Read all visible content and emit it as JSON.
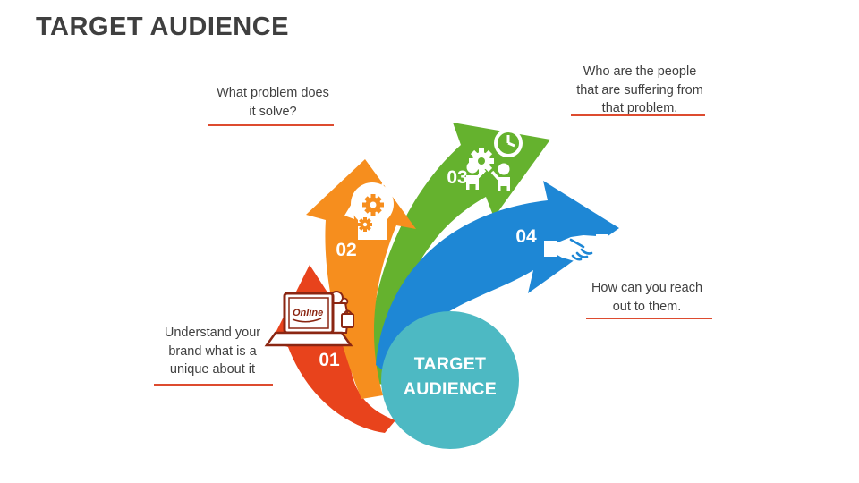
{
  "slide": {
    "title": "TARGET AUDIENCE"
  },
  "center": {
    "label": "TARGET\nAUDIENCE",
    "color": "#4db9c3"
  },
  "steps": [
    {
      "number": "01",
      "color": "#e8431c",
      "icon": "online-shopping-icon",
      "caption": "Understand your\nbrand what is a\nunique about it"
    },
    {
      "number": "02",
      "color": "#f68e1e",
      "icon": "thinking-head-gears-icon",
      "caption": "What problem does\nit solve?"
    },
    {
      "number": "03",
      "color": "#65b22e",
      "icon": "collaboration-time-icon",
      "caption": "Who are the people\nthat are suffering from\nthat problem."
    },
    {
      "number": "04",
      "color": "#1e87d5",
      "icon": "handshake-icon",
      "caption": "How can you reach\nout to them."
    }
  ],
  "colors": {
    "accent_underline": "#dd4b2f",
    "body_text": "#404040",
    "title_text": "#3f3f3f",
    "linework_dark_red": "#8b2612"
  }
}
